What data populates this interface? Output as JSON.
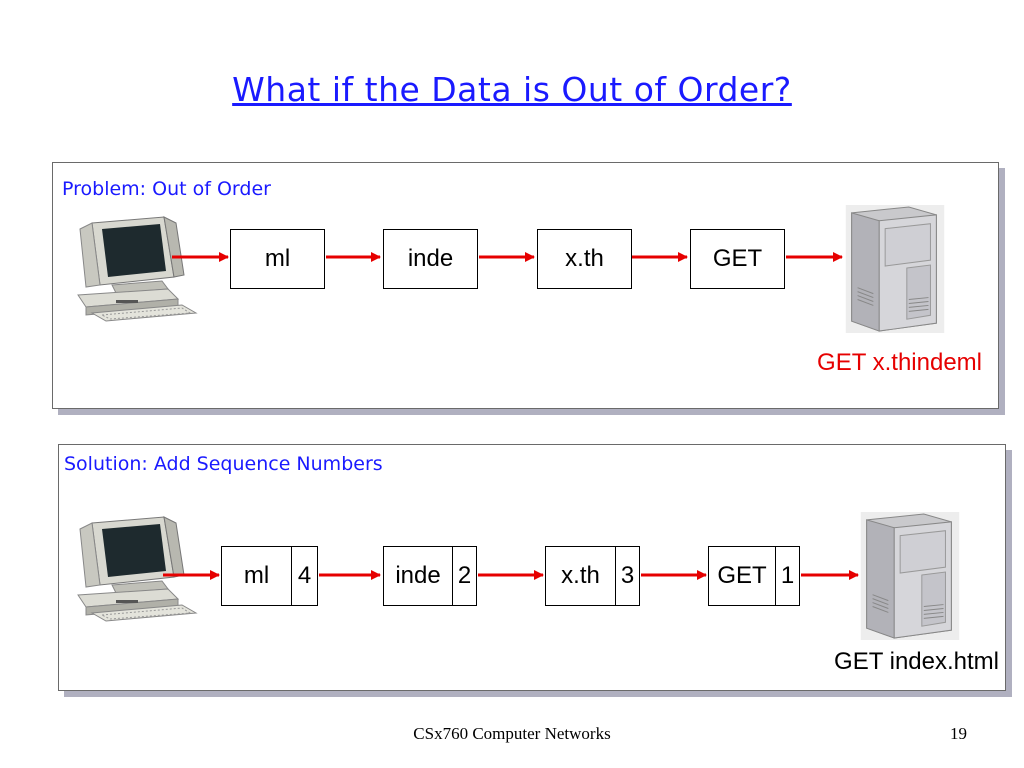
{
  "slide": {
    "title": "What if the Data is Out of Order?",
    "footer": "CSx760 Computer Networks",
    "page_number": "19"
  },
  "problem": {
    "label": "Problem: Out of Order",
    "packets": [
      "ml",
      "inde",
      "x.th",
      "GET"
    ],
    "result": "GET x.thindeml",
    "result_color": "#e60000"
  },
  "solution": {
    "label": "Solution: Add Sequence Numbers",
    "packets": [
      {
        "data": "ml",
        "seq": "4"
      },
      {
        "data": "inde",
        "seq": "2"
      },
      {
        "data": "x.th",
        "seq": "3"
      },
      {
        "data": "GET",
        "seq": "1"
      }
    ],
    "result": "GET index.html",
    "result_color": "#000000"
  },
  "icons": {
    "client": "desktop-computer-icon",
    "server": "tower-server-icon"
  },
  "colors": {
    "title": "#1a1aff",
    "arrow": "#e60000"
  }
}
